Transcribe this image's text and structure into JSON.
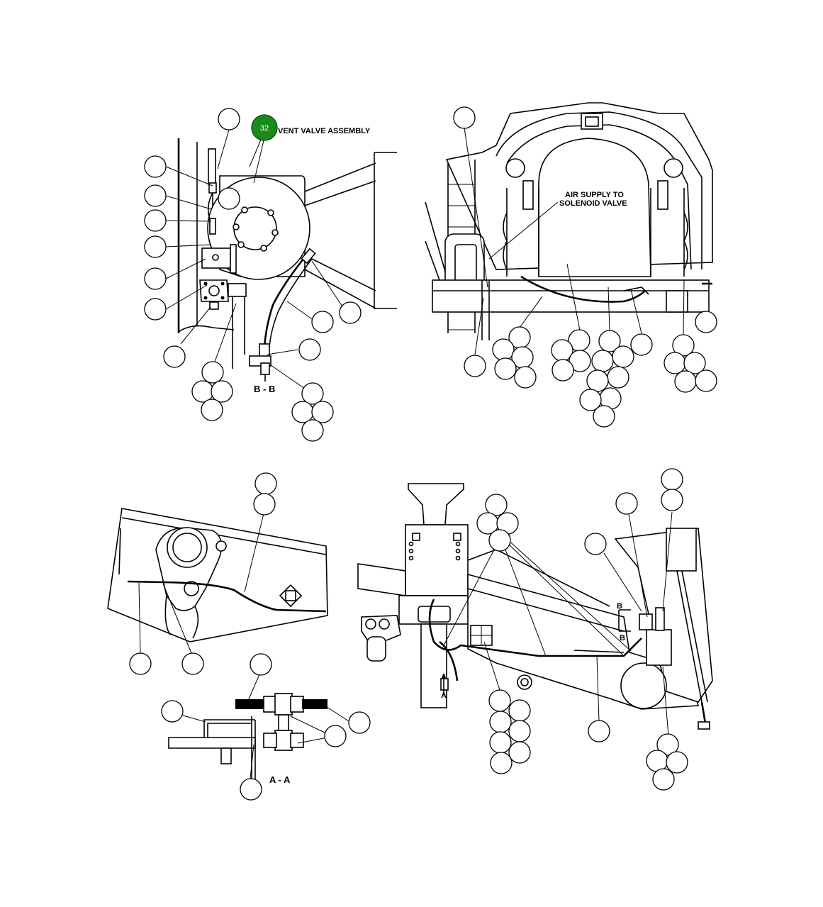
{
  "diagram": {
    "labels": {
      "vent_valve": "VENT VALVE ASSEMBLY",
      "air_supply_line1": "AIR SUPPLY TO",
      "air_supply_line2": "SOLENOID VALVE",
      "section_b": "B - B",
      "section_a": "A - A",
      "marker_b": "B",
      "marker_a": "A"
    },
    "highlight": {
      "number": "32",
      "color": "#1a8a1a"
    },
    "colors": {
      "line": "#000000",
      "background": "#ffffff"
    }
  }
}
